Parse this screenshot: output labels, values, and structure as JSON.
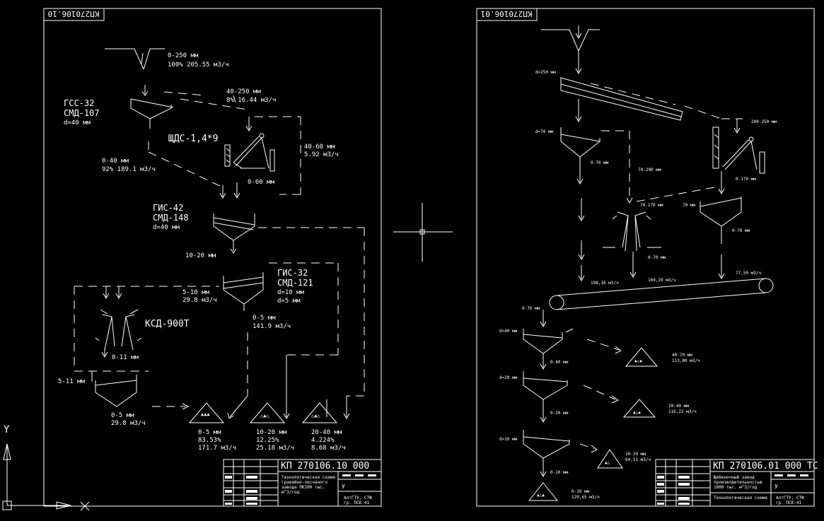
{
  "left_sheet": {
    "stamp": "КП270106.10",
    "feed": {
      "size": "0-250 мм",
      "flow": "100% 205.55 м3/ч"
    },
    "gss": {
      "name": "ГСС-32",
      "model": "СМД-107",
      "d": "d=40 мм"
    },
    "scalp": {
      "size": "40-250 мм",
      "flow": "8% 16.44 м3/ч"
    },
    "crusher_jaw": "ЩДС-1,4*9",
    "return": {
      "size": "40-60 мм",
      "flow": "5.92 м3/ч"
    },
    "undersize": {
      "size": "0-40 мм",
      "flow": "92% 189.1 м3/ч"
    },
    "crusher_out": "0-60 мм",
    "gis42": {
      "name": "ГИС-42",
      "model": "СМД-148",
      "d": "d=40 мм"
    },
    "fraction_10_20": "10-20 мм",
    "gis32": {
      "name": "ГИС-32",
      "model": "СМД-121",
      "d1": "d=10 мм",
      "d2": "d=5 мм"
    },
    "frac_5_10": {
      "size": "5-10 мм",
      "flow": "29.8 м3/ч"
    },
    "frac_0_5": {
      "size": "0-5 мм",
      "flow": "141.9 м3/ч"
    },
    "ksd": "КСД-900Т",
    "ksd_out": "0-11 мм",
    "frac_5_11": "5-11 мм",
    "final_screen": {
      "size": "0-5 мм",
      "flow": "29.8 м3/ч"
    },
    "products": [
      {
        "size": "0-5 мм",
        "pct": "83.53%",
        "flow": "171.7 м3/ч"
      },
      {
        "size": "10-20 мм",
        "pct": "12.25%",
        "flow": "25.18 м3/ч"
      },
      {
        "size": "20-40 мм",
        "pct": "4.224%",
        "flow": "8.68 м3/ч"
      }
    ],
    "title_code": "КП 270106.10 000",
    "title_desc": [
      "Технологическая схема",
      "гравийно-песчаного",
      "завода ПК100 тыс.",
      "м^3/год"
    ],
    "title_org": [
      "АлтГТУ, СТФ",
      "гр. ПСК-41"
    ],
    "title_letter": "У"
  },
  "right_sheet": {
    "stamp": "КП270106.01",
    "feed_d": "d=250 мм",
    "top_right": "200-250 мм",
    "screen1_d": "d=70 мм",
    "s1_under": "0-70 мм",
    "s1_mid": "70-200 мм",
    "jaw_out": "0-170 мм",
    "cone_label": "70-170 мм",
    "cone_out": "0-70 мм",
    "screen2_d": "70 мм",
    "s2_out": "0-70 мм",
    "flow1": "198,16 м3/ч",
    "flow2": "169,29 м3/ч",
    "flow3": "77,50 м3/ч",
    "conv_out": "0-70 мм",
    "s_d40": "d=40 мм",
    "s_d40_out": "0-40 мм",
    "prod_40_70": {
      "size": "40-70 мм",
      "flow": "113,80 м3/ч"
    },
    "s_d20": "d=20 мм",
    "s_d20_out": "0-20 мм",
    "prod_20_40": {
      "size": "20-40 мм",
      "flow": "116,22 м3/ч"
    },
    "s_d10": "d=10 мм",
    "s_d10_out": "0-10 мм",
    "prod_10_20": {
      "size": "10-20 мм",
      "flow": "64,51 м3/ч"
    },
    "prod_0_10": {
      "size": "0-10 мм",
      "flow": "129,65 м3/ч"
    },
    "title_code": "КП 270106.01 000 ТС",
    "title_desc": [
      "Щебеночный завод",
      "производительностью",
      "1000 тыс. м^3/год"
    ],
    "title_sub": "Технологическая схема",
    "title_org": [
      "АлтГТУ, СТФ",
      "гр. ПСК-41"
    ],
    "title_letter": "У"
  },
  "ucs": {
    "y": "Y"
  }
}
